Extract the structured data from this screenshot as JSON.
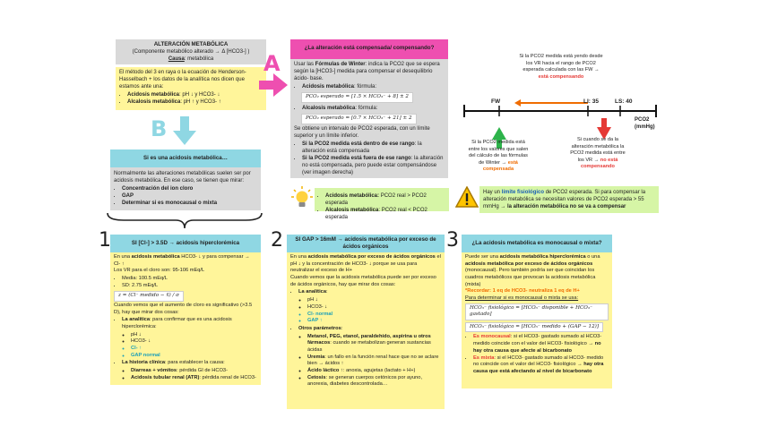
{
  "colors": {
    "gray": "#d9d9d9",
    "pink": "#ee4fb0",
    "yellow": "#fff59a",
    "teal": "#8fd7e3",
    "green": "#d6f5a6",
    "lightblue": "#c9e6ef"
  },
  "box1": {
    "title": "ALTERACIÓN METABÓLICA",
    "subtitle": "(Componente metabólico alterado → Δ [HCO3-] )",
    "cause_label": "Causa",
    "cause_value": ": metabólica",
    "intro": "El método del 3 en raya o la ecuación de Henderson-Hasselbach + los datos de la analítica nos dicen que estamos ante una:",
    "item1_b": "Acidosis metabólica",
    "item1_t": ": pH ↓ y HCO3- ↓",
    "item2_b": "Alcalosis metabólica",
    "item2_t": ": pH ↑ y HCO3- ↑"
  },
  "letters": {
    "a": "A",
    "b": "B"
  },
  "box2": {
    "header": "¿La alteración está compensada/ compensando?",
    "p1a": "Usar las ",
    "p1b": "Fórmulas de Winter",
    "p1c": ": indica la PCO2 que se espera según la [HCO3-] medida para compensar el desequilibrio ácido- base.",
    "acid_b": "Acidosis metabólica",
    "acid_t": ": fórmula:",
    "acid_formula": "PCO₂ esperado = [1.5 × HCO₃⁻ + 8] ± 2",
    "alk_b": "Alcalosis metabólica",
    "alk_t": ": fórmula:",
    "alk_formula": "PCO₂ esperado = [0.7 × HCO₃⁻ + 21] ± 2",
    "p2": "Se obtiene un intervalo de PCO2 esperada, con un límite superior y un límite inferior.",
    "r1b": "Si la PCO2 medida está dentro de ese rango",
    "r1t": ": la alteración está compensada",
    "r2b": "Si la PCO2 medida está fuera de ese rango",
    "r2t": ": la alteración no está compensada, pero puede estar compensándose (ver imagen derecha)"
  },
  "diagram": {
    "top_note": "Si la PCO2 medida está yendo desde los VR hacia el rango de PCO2 esperada calculada con las FW →",
    "top_note_hl": "está compensando",
    "fw": "FW",
    "li": "LI: 35",
    "ls": "LS: 40",
    "axis": "PCO2 (mmHg)",
    "left_note": "Si la PCO2 medida está entre los valores que salen del cálculo de las fórmulas de Winter →",
    "left_note_hl": "está compensada",
    "right_note": "Si cuando se da la alteración metabólica la PCO2 medida está entre los VR →",
    "right_note_hl": "no está compensando"
  },
  "box_bulb": {
    "i1b": "Acidosis metabólica:",
    "i1t": " PCO2 real > PCO2 esperada",
    "i2b": "Alcalosis metabólica",
    "i2t": ": PCO2 real < PCO2 esperada"
  },
  "box_warn": {
    "a": "Hay un ",
    "b": "límite fisiológico",
    "c": " de PCO2 esperada. Si para compensar la alteración metabólica se necesitan valores de PCO2 esperada > 55 mmHg",
    "d": " → la alteración metabólica no se va a compensar"
  },
  "box3": {
    "header": "Si es una acidosis metabólica…",
    "p": "Normalmente las alteraciones metabólicas suelen ser por acidosis metabólica. En ese caso, se tienen que mirar:",
    "i1": "Concentración del ion cloro",
    "i2": "GAP",
    "i3": "Determinar si es monocausal o mixta"
  },
  "nums": {
    "n1": "1",
    "n2": "2",
    "n3": "3"
  },
  "col1": {
    "header": "SI [Cl-] > 3.5D → acidosis hiperclorémica",
    "p1a": "En una ",
    "p1b": "acidosis metabólica",
    "p1c": " HCO3- ↓ y para compensar → Cl- ↑",
    "p2": "Los VR para el cloro son: 95-106 mEq/L",
    "m": "Media: 100.5 mEq/L",
    "sd": "SD: 2.75 mEq/L",
    "zf": "z = (Cl⁻ medido − x̄) / σ",
    "p3": "Cuando vemos que el aumento de cloro es significativo (>3.5 D), hay que mirar dos cosas:",
    "a_b": "La analítica",
    "a_t": ": para confirmar que es una acidosis hiperclorémica:",
    "s1": "pH ↓",
    "s2": "HCO3- ↓",
    "s3": "Cl- ↑",
    "s4": "GAP normal",
    "h_b": "La historia clínica",
    "h_t": ": para establecer la causa:",
    "h1b": "Diarreas + vómitos",
    "h1t": ": pérdida GI de HCO3-",
    "h2b": "Acidosis tubular renal (ATR)",
    "h2t": ": pérdida renal de HCO3-"
  },
  "col2": {
    "header": "SI GAP > 16mM → acidosis metabólica por exceso de ácidos orgánicos",
    "p1a": "En una ",
    "p1b": "acidosis metabólica por exceso de ácidos orgánicos",
    "p1c": " el pH ↓ y la concentración de HCO3- ↓ porque se usa para neutralizar el exceso de H+",
    "p2": "Cuando vemos que la acidosis metabólica puede ser por exceso de ácidos orgánicos, hay que mirar dos cosas:",
    "a_b": "La analítica",
    "a_t": ":",
    "s1": "pH ↓",
    "s2": "HCO3- ↓",
    "s3": "Cl- normal",
    "s4": "GAP ↑",
    "o_b": "Otros parámetros",
    "o_t": ":",
    "o1b": "Metanol, PEG, etanol, paraldehído, aspirina u otros fármacos",
    "o1t": ": cuando se metabolizan generan sustancias ácidas",
    "o2b": "Uremia",
    "o2t": ": un fallo en la función renal hace que no se aclare bien → ácidos ↑",
    "o3b": "Ácido láctico ↑",
    "o3t": ": anoxia, agujetas (lactato + H+)",
    "o4b": "Cetosis",
    "o4t": ": se generan cuerpos cetónicos por ayuno, anorexia, diabetes descontrolada…"
  },
  "col3": {
    "header": "¿La acidosis metabólica es monocausal o mixta?",
    "p1a": "Puede ser una ",
    "p1b": "acidosis metabólica hiperclorémica",
    "p1c": " o una ",
    "p1d": "acidosis metabólica por exceso de ácidos orgánicos",
    "p1e": " (monocausal). Pero también podría ser que coincidan los cuadros metabólicos que provocan la acidosis metabólica (mixta)",
    "rec": "*Recordar: 1 eq de HCO3- neutraliza 1 eq de H+",
    "det": "Para determinar si es monocausal o mixta se usa:",
    "f1": "HCO₃⁻ fisiológico = [HCO₃⁻ disponible + HCO₃⁻ gastado]",
    "f2": "HCO₃⁻ fisiológico = [HCO₃⁻ medido + (GAP − 12)]",
    "mono_b": "Es monocausal",
    "mono_t": ": si el HCO3- gastado sumado al HCO3- medido coincide con el valor del HCO3- fisiológico",
    "mono_c": " → no hay otra causa que afecte al bicarbonato",
    "mix_b": "Es mixta",
    "mix_t": ": si el HCO3- gastado sumado al HCO3- medido no coincide con el valor del HCO3- fisiológico →",
    "mix_c": " hay otra causa que está afectando al nivel de bicarbonato"
  }
}
